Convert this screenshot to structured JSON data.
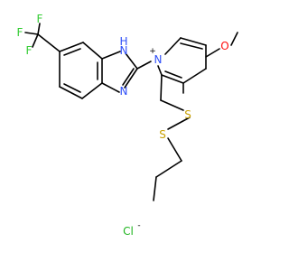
{
  "molecule": {
    "atoms": {
      "f_top": "F",
      "f_left": "F",
      "f_mid": "F",
      "nh": "H",
      "n_imine": "N",
      "n_pyridinium": "N",
      "pyridinium_charge": "+",
      "o_methoxy": "O",
      "s_upper": "S",
      "s_lower": "S",
      "chloride": "Cl",
      "chloride_charge": "-"
    }
  },
  "colors": {
    "fluorine": "#33cc33",
    "nitrogen": "#3050f8",
    "oxygen": "#ff0d0d",
    "sulfur": "#c8a000",
    "chlorine": "#1fb51f",
    "bond": "#000000"
  }
}
